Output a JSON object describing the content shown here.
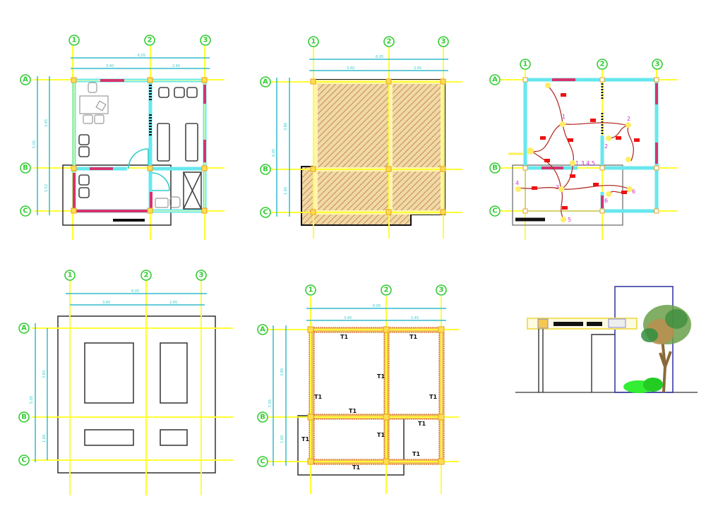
{
  "drawing": {
    "panels": [
      {
        "id": "floor-plan",
        "axes_x": [
          "1",
          "2",
          "3"
        ],
        "axes_y": [
          "A",
          "B",
          "C"
        ],
        "dim_total_h": "6.05",
        "dim_h": [
          "3.40",
          "2.45"
        ],
        "dim_total_v": "5.05",
        "dim_v": [
          "3.45",
          "1.52"
        ]
      },
      {
        "id": "roof-plan",
        "axes_x": [
          "1",
          "2",
          "3"
        ],
        "axes_y": [
          "A",
          "B",
          "C"
        ],
        "dim_total_h": "6.05",
        "dim_h": [
          "3.40",
          "2.45"
        ],
        "dim_total_v": "6.05",
        "dim_v": [
          "3.80",
          "1.60"
        ]
      },
      {
        "id": "electrical-plan",
        "axes_x": [
          "1",
          "2",
          "3"
        ],
        "axes_y": [
          "A",
          "B",
          "C"
        ],
        "circuit_labels": [
          "1",
          "2",
          "2",
          "1,3,4,5",
          "3",
          "4",
          "5",
          "6",
          "6"
        ]
      },
      {
        "id": "foundation-plan",
        "axes_x": [
          "1",
          "2",
          "3"
        ],
        "axes_y": [
          "A",
          "B",
          "C"
        ],
        "dim_total_h": "6.05",
        "dim_h": [
          "3.40",
          "2.45"
        ],
        "dim_total_v": "5.05",
        "dim_v": [
          "3.83",
          "1.60"
        ]
      },
      {
        "id": "beam-plan",
        "axes_x": [
          "1",
          "2",
          "3"
        ],
        "axes_y": [
          "A",
          "B",
          "C"
        ],
        "dim_total_h": "6.05",
        "dim_h": [
          "3.40",
          "2.45"
        ],
        "dim_total_v": "5.05",
        "dim_v": [
          "3.80",
          "1.60"
        ],
        "beam_label": "T1"
      },
      {
        "id": "elevation"
      }
    ]
  }
}
